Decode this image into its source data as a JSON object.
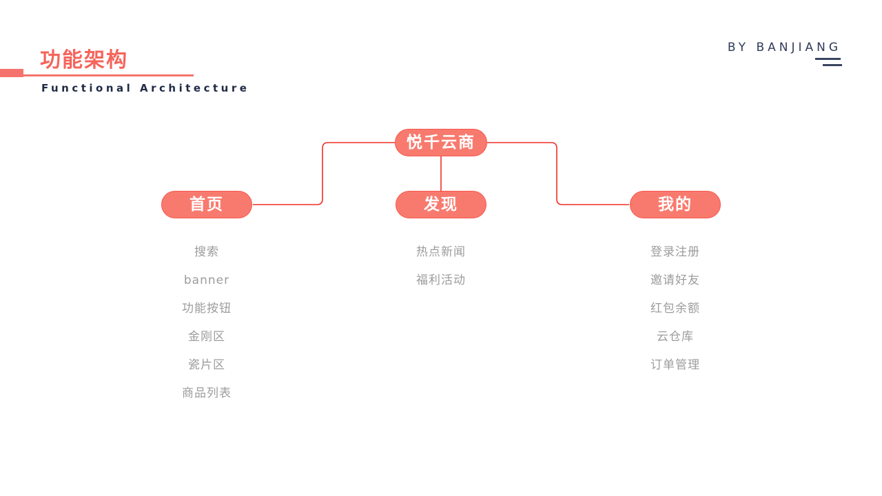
{
  "header": {
    "title": "功能架构",
    "subtitle": "Functional Architecture",
    "byline": "BY BANJIANG"
  },
  "colors": {
    "accent_coral": "#F4655C",
    "pill_fill": "#F87A6E",
    "pill_border": "#F8564C",
    "connector_red": "#EE2E24",
    "navy": "#2E3A58",
    "item_gray": "#9C9C9C"
  },
  "diagram": {
    "root": {
      "label": "悦千云商"
    },
    "branches": [
      {
        "label": "首页",
        "items": [
          "搜索",
          "banner",
          "功能按钮",
          "金刚区",
          "瓷片区",
          "商品列表"
        ]
      },
      {
        "label": "发现",
        "items": [
          "热点新闻",
          "福利活动"
        ]
      },
      {
        "label": "我的",
        "items": [
          "登录注册",
          "邀请好友",
          "红包余额",
          "云仓库",
          "订单管理"
        ]
      }
    ]
  }
}
